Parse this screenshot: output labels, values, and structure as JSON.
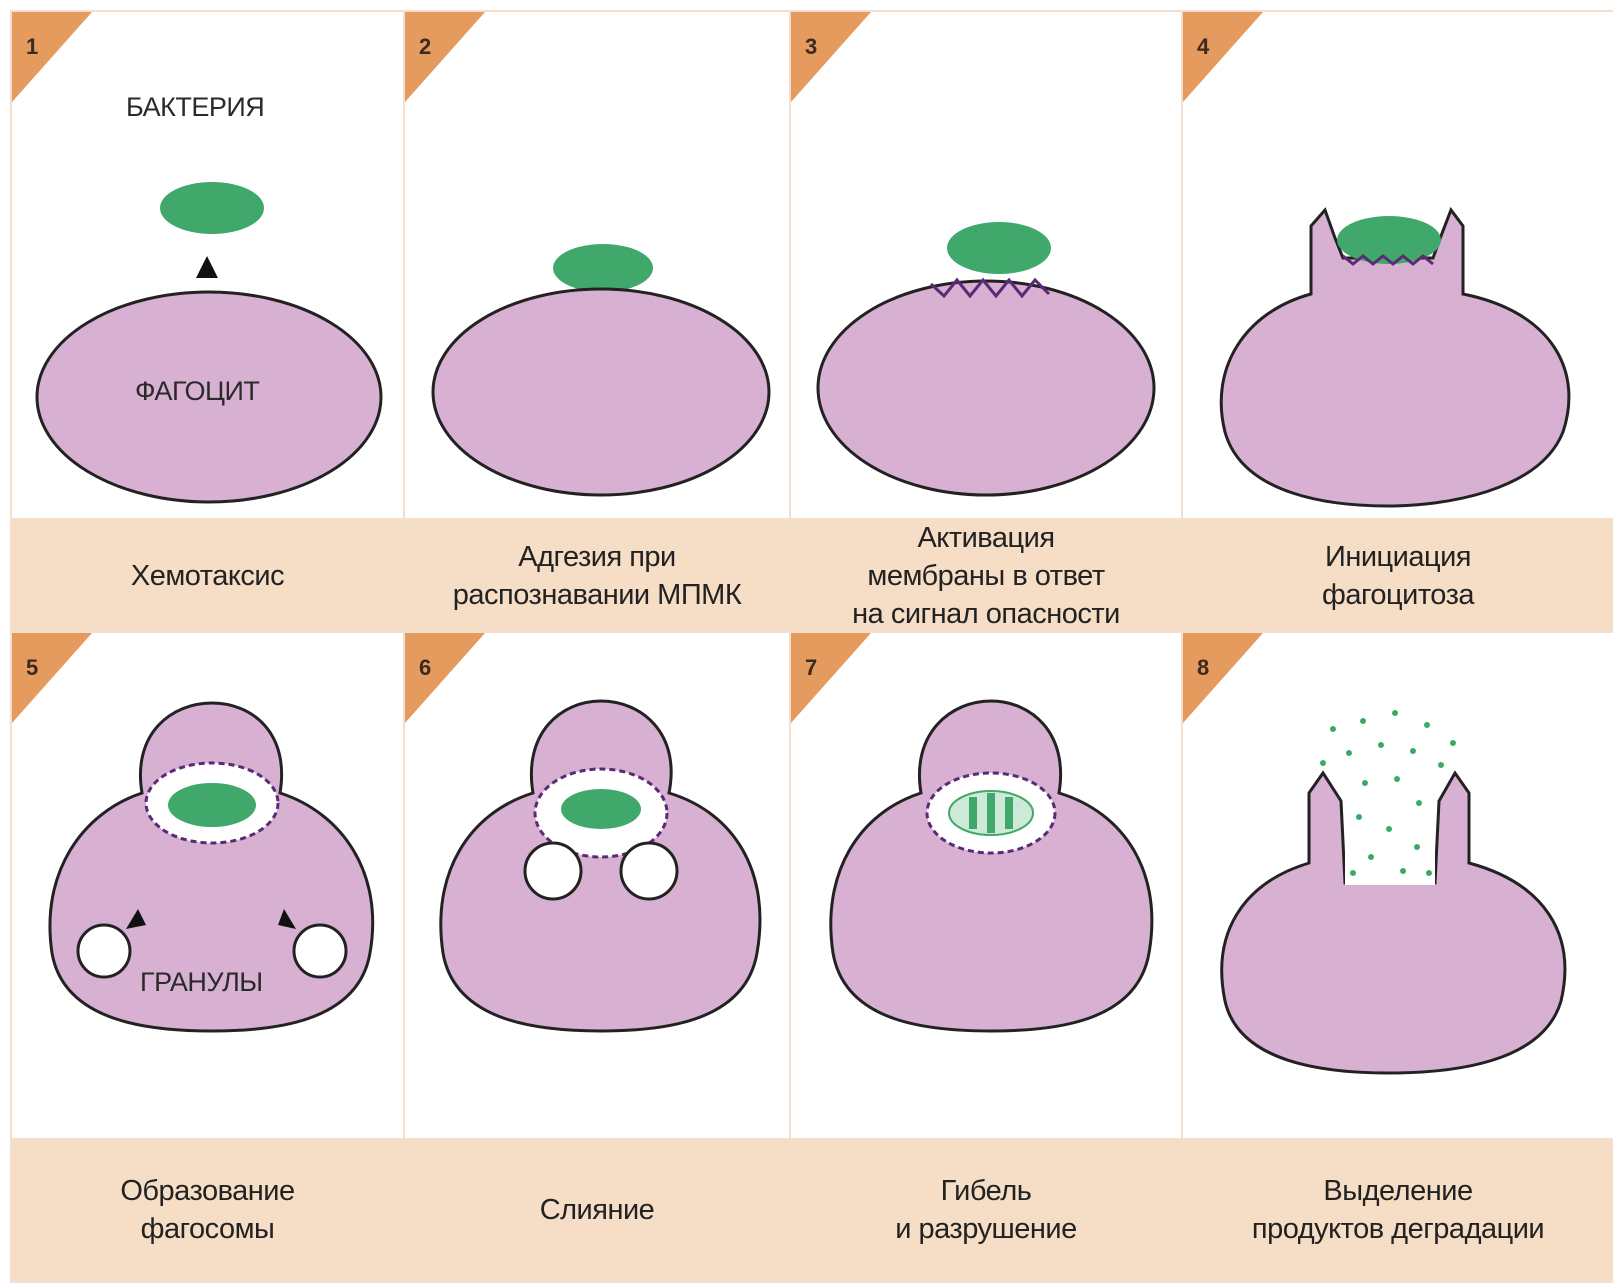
{
  "colors": {
    "cell": "#d7b0d2",
    "cell_stroke": "#222222",
    "bacterium": "#3fa86a",
    "badge": "#e59a5e",
    "caption_bg": "#f5ddc6",
    "membrane": "#5a2a78"
  },
  "panels": [
    {
      "number": "1",
      "caption": "Хемотаксис"
    },
    {
      "number": "2",
      "caption": "Адгезия при\nраспознавании МПМК"
    },
    {
      "number": "3",
      "caption": "Активация\nмембраны в ответ\nна сигнал опасности"
    },
    {
      "number": "4",
      "caption": "Инициация\nфагоцитоза"
    },
    {
      "number": "5",
      "caption": "Образование\nфагосомы"
    },
    {
      "number": "6",
      "caption": "Слияние"
    },
    {
      "number": "7",
      "caption": "Гибель\nи разрушение"
    },
    {
      "number": "8",
      "caption": "Выделение\nпродуктов деградации"
    }
  ],
  "labels": {
    "bacterium": "БАКТЕРИЯ",
    "phagocyte": "ФАГОЦИТ",
    "granules": "ГРАНУЛЫ"
  }
}
